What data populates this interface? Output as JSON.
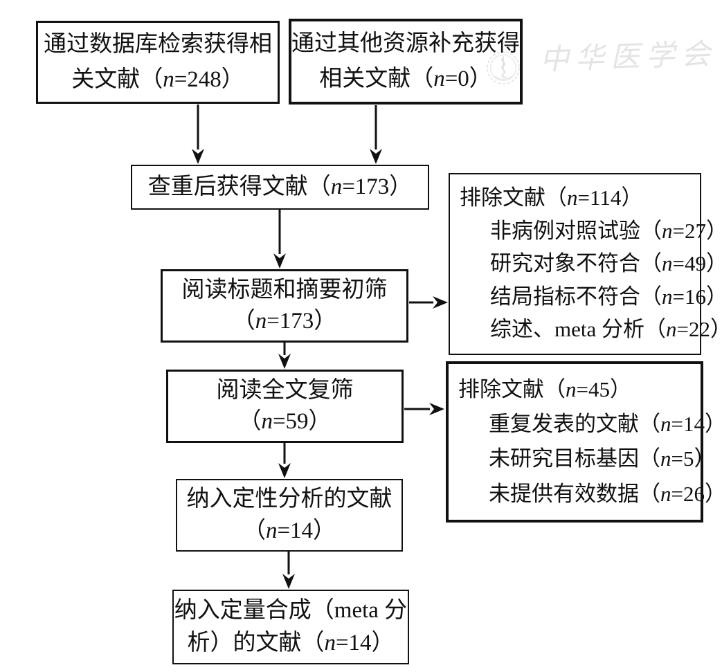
{
  "colors": {
    "ink": "#111111",
    "watermark": "#e4e4e4"
  },
  "watermark": {
    "org_text": "中华医学会",
    "seal_icon": "cma-seal"
  },
  "flow": {
    "boxes": [
      {
        "id": "database-search",
        "lines": [
          "通过数据库检索获得相",
          "关文献（n=248）"
        ]
      },
      {
        "id": "other-sources",
        "lines": [
          "通过其他资源补充获得",
          "相关文献（n=0）"
        ]
      },
      {
        "id": "after-dedup",
        "lines": [
          "查重后获得文献（n=173）"
        ]
      },
      {
        "id": "title-abstract-screen",
        "lines": [
          "阅读标题和摘要初筛",
          "（n=173）"
        ]
      },
      {
        "id": "excluded-initial",
        "lines": [
          "排除文献（n=114）",
          "非病例对照试验（n=27）",
          "研究对象不符合（n=49）",
          "结局指标不符合（n=16）",
          "综述、meta 分析（n=22）"
        ]
      },
      {
        "id": "full-text-screen",
        "lines": [
          "阅读全文复筛",
          "（n=59）"
        ]
      },
      {
        "id": "excluded-fulltext",
        "lines": [
          "排除文献（n=45）",
          "重复发表的文献（n=14）",
          "未研究目标基因（n=5）",
          "未提供有效数据（n=26）"
        ]
      },
      {
        "id": "qualitative-included",
        "lines": [
          "纳入定性分析的文献",
          "（n=14）"
        ]
      },
      {
        "id": "quantitative-included",
        "lines": [
          "纳入定量合成（meta 分",
          "析）的文献（n=14）"
        ]
      }
    ]
  }
}
